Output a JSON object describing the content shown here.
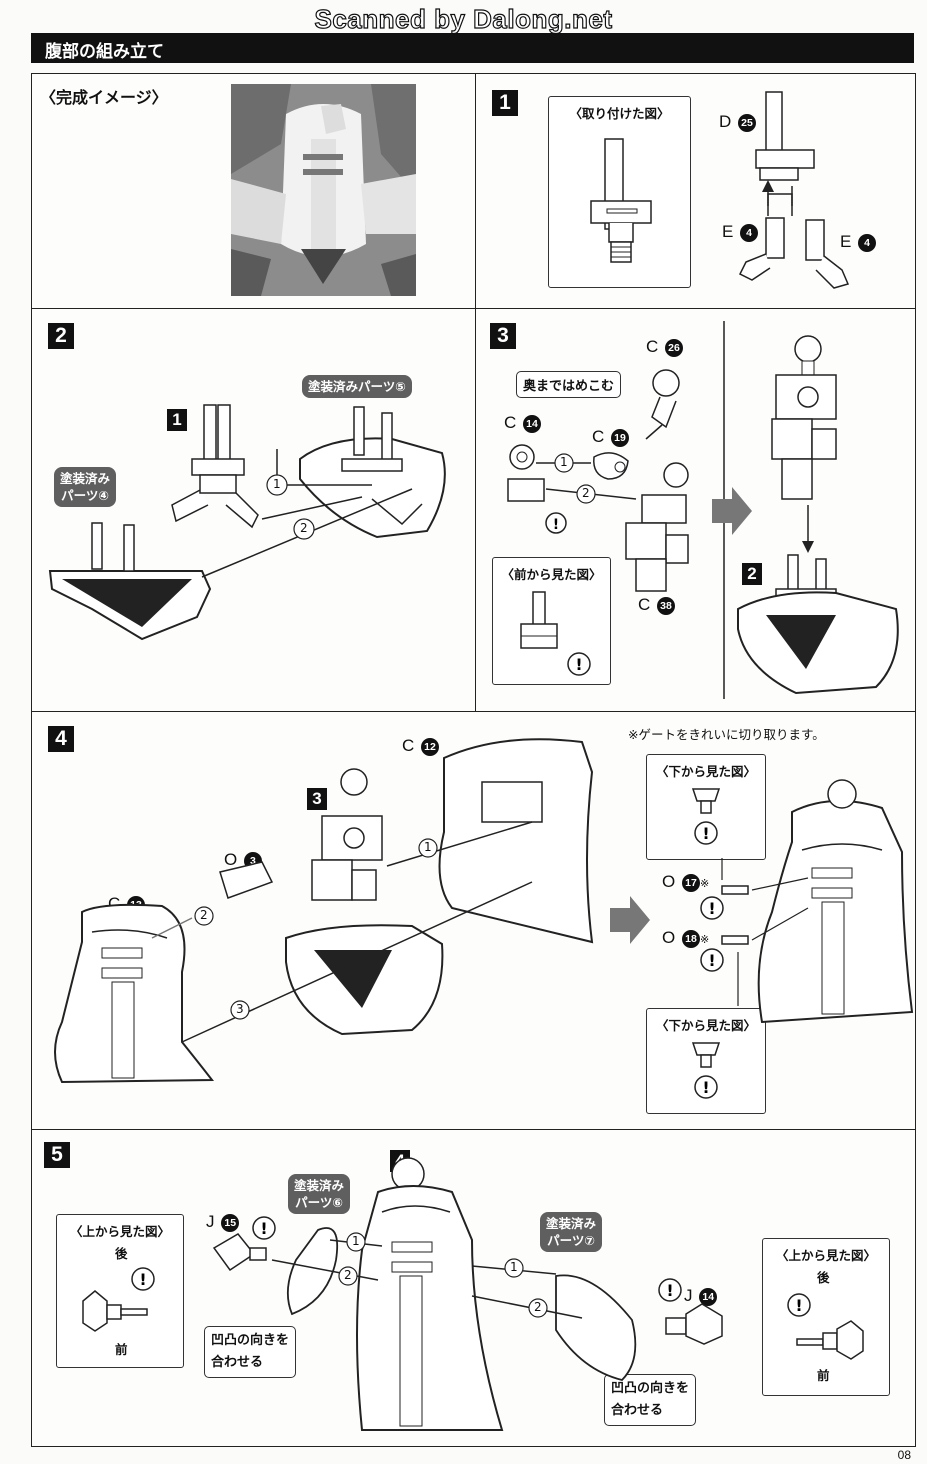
{
  "watermark": "Scanned by Dalong.net",
  "header": {
    "title": "腹部の組み立て"
  },
  "page_number": "08",
  "image_section": {
    "title": "〈完成イメージ〉"
  },
  "step1": {
    "number": "1",
    "attached_view": "〈取り付けた図〉",
    "part_d": "D",
    "part_d_num": "25",
    "part_e_left": "E",
    "part_e_left_num": "4",
    "part_e_right": "E",
    "part_e_right_num": "4"
  },
  "step2": {
    "number": "2",
    "ref_step": "1",
    "painted_4": [
      "塗装済み",
      "パーツ④"
    ],
    "painted_5": "塗装済みパーツ⑤",
    "arrow1": "1",
    "arrow2": "2"
  },
  "step3": {
    "number": "3",
    "push_in": "奥まではめこむ",
    "front_view": "〈前から見た図〉",
    "c26": "C",
    "c26_num": "26",
    "c14": "C",
    "c14_num": "14",
    "c19": "C",
    "c19_num": "19",
    "c38": "C",
    "c38_num": "38",
    "ref_step": "2",
    "arrow1": "1",
    "arrow2": "2"
  },
  "step4": {
    "number": "4",
    "gate_note": "※ゲートをきれいに切り取ります。",
    "bottom_view_top": "〈下から見た図〉",
    "bottom_view_bottom": "〈下から見た図〉",
    "c12": "C",
    "c12_num": "12",
    "c13": "C",
    "c13_num": "13",
    "o3": "O",
    "o3_num": "3",
    "o17": "O",
    "o17_num": "17",
    "o18": "O",
    "o18_num": "18",
    "ref_step": "3",
    "arrow1": "1",
    "arrow2": "2",
    "arrow3": "3"
  },
  "step5": {
    "number": "5",
    "ref_step": "4",
    "top_view_left": "〈上から見た図〉",
    "top_view_right": "〈上から見た図〉",
    "back": "後",
    "front": "前",
    "back_r": "後",
    "front_r": "前",
    "j15": "J",
    "j15_num": "15",
    "j14": "J",
    "j14_num": "14",
    "painted_6": [
      "塗装済み",
      "パーツ⑥"
    ],
    "painted_7": [
      "塗装済み",
      "パーツ⑦"
    ],
    "align_left": [
      "凹凸の向きを",
      "合わせる"
    ],
    "align_right": [
      "凹凸の向きを",
      "合わせる"
    ],
    "arrow1": "1",
    "arrow2": "2"
  }
}
